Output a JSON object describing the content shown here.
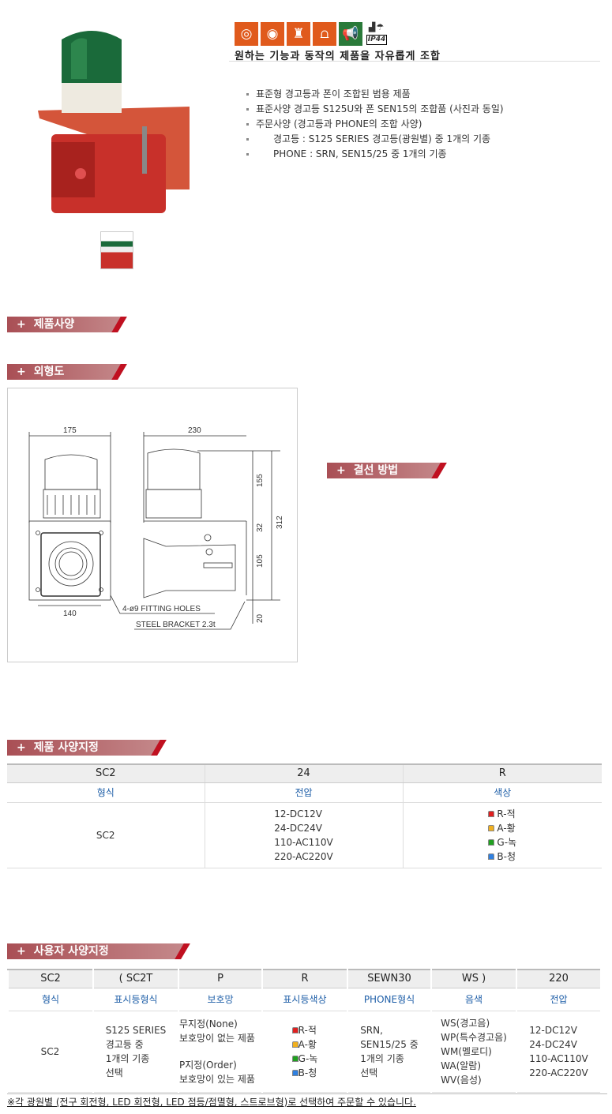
{
  "product": {
    "icons": [
      {
        "name": "rotating-bulb-icon",
        "color": "#e05a1c"
      },
      {
        "name": "rotating-led-icon",
        "color": "#e05a1c"
      },
      {
        "name": "flashing-led-icon",
        "color": "#e05a1c"
      },
      {
        "name": "strobe-icon",
        "color": "#e05a1c"
      },
      {
        "name": "horn-icon",
        "color": "#2a7a3a"
      },
      {
        "name": "ip44-icon",
        "label": "IP44"
      }
    ],
    "subtitle": "원하는 기능과 동작의 제품을 자유롭게 조합",
    "bullets": [
      "표준형 경고등과 폰이 조합된 범용 제품",
      "표준사양 경고등 S125U와 폰 SEN15의 조합품 (사진과 동일)",
      "주문사양 (경고등과 PHONE의 조합 사양)"
    ],
    "sub_bullets": [
      "경고등 : S125 SERIES 경고등(광원별) 중 1개의 기종",
      "PHONE : SRN, SEN15/25 중 1개의 기종"
    ]
  },
  "sections": {
    "spec": "제품사양",
    "outline": "외형도",
    "wiring": "결선 방법",
    "spec_designation": "제품 사양지정",
    "user_spec": "사용자 사양지정"
  },
  "drawing": {
    "dim_175": "175",
    "dim_230": "230",
    "dim_155": "155",
    "dim_32": "32",
    "dim_312": "312",
    "dim_105": "105",
    "dim_20": "20",
    "dim_140": "140",
    "note_holes": "4-ø9 FITTING HOLES",
    "note_bracket": "STEEL BRACKET 2.3t"
  },
  "table1": {
    "header": [
      "SC2",
      "24",
      "R"
    ],
    "labels": [
      "형식",
      "전압",
      "색상"
    ],
    "model": "SC2",
    "voltages": [
      "12-DC12V",
      "24-DC24V",
      "110-AC110V",
      "220-AC220V"
    ],
    "colors": [
      {
        "label": "R-적",
        "hex": "#e02020"
      },
      {
        "label": "A-황",
        "hex": "#f0b020"
      },
      {
        "label": "G-녹",
        "hex": "#20a020"
      },
      {
        "label": "B-청",
        "hex": "#3080e0"
      }
    ]
  },
  "table2": {
    "header": [
      "SC2",
      "( SC2T",
      "P",
      "R",
      "SEWN30",
      "WS )",
      "220"
    ],
    "labels": [
      "형식",
      "표시등형식",
      "보호망",
      "표시등색상",
      "PHONE형식",
      "음색",
      "전압"
    ],
    "model": "SC2",
    "lamp_type": [
      "S125 SERIES",
      "경고등 중",
      "1개의 기종",
      "선택"
    ],
    "guard": [
      "무지정(None)",
      "보호망이 없는 제품",
      "P지정(Order)",
      "보호망이 있는 제품"
    ],
    "colors": [
      {
        "label": "R-적",
        "hex": "#e02020"
      },
      {
        "label": "A-황",
        "hex": "#f0b020"
      },
      {
        "label": "G-녹",
        "hex": "#20a020"
      },
      {
        "label": "B-청",
        "hex": "#3080e0"
      }
    ],
    "phone": [
      "SRN,",
      "SEN15/25 중",
      "1개의 기종",
      "선택"
    ],
    "tones": [
      "WS(경고음)",
      "WP(특수경고음)",
      "WM(멜로디)",
      "WA(알람)",
      "WV(음성)"
    ],
    "voltages": [
      "12-DC12V",
      "24-DC24V",
      "110-AC110V",
      "220-AC220V"
    ]
  },
  "footnote": "※각 광원별 (전구 회전형, LED 회전형, LED 점등/점멸형, 스트로브형)로 선택하여 주문할 수 있습니다."
}
